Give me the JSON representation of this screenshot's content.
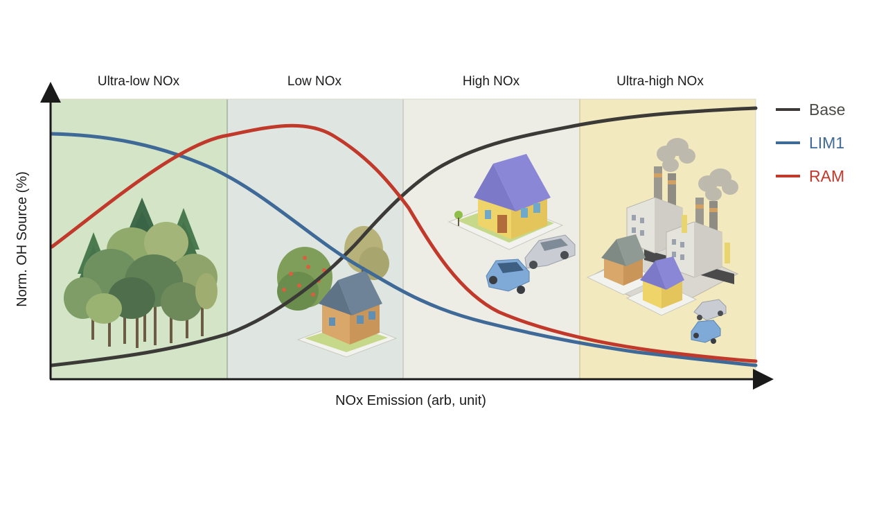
{
  "regions": [
    {
      "label": "Ultra-low NOx",
      "color": "#d3e4c7"
    },
    {
      "label": "Low NOx",
      "color": "#dfe6e2"
    },
    {
      "label": "High NOx",
      "color": "#ededE6"
    },
    {
      "label": "Ultra-high NOx",
      "color": "#f2e9bf"
    }
  ],
  "axes": {
    "xlabel": "NOx Emission (arb, unit)",
    "ylabel": "Norm. OH Source (%)"
  },
  "legend": [
    {
      "name": "Base",
      "color": "#3b3a36"
    },
    {
      "name": "LIM1",
      "color": "#3f6a97"
    },
    {
      "name": "RAM",
      "color": "#c0392b"
    }
  ],
  "illustrations": [
    {
      "name": "forest",
      "region": "Ultra-low NOx"
    },
    {
      "name": "house-with-trees",
      "region": "Low NOx"
    },
    {
      "name": "house-and-cars",
      "region": "High NOx"
    },
    {
      "name": "factory-and-houses",
      "region": "Ultra-high NOx"
    }
  ]
}
